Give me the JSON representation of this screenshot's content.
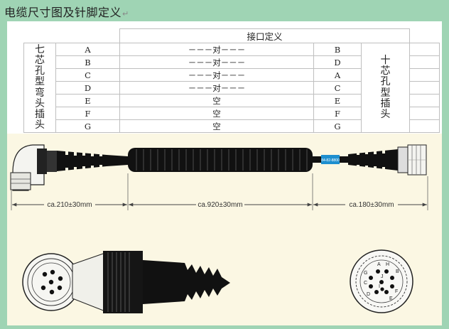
{
  "header": {
    "title": "电缆尺寸图及针脚定义",
    "return_mark": "↵"
  },
  "pin_table": {
    "header": "接口定义",
    "left_connector": [
      "七",
      "芯",
      "孔",
      "型",
      "弯",
      "头",
      "插",
      "头"
    ],
    "right_connector": [
      "十",
      "芯",
      "孔",
      "型",
      "插",
      "头"
    ],
    "rows": [
      {
        "left": "A",
        "mid": "－－－对－－－",
        "right": "B"
      },
      {
        "left": "B",
        "mid": "－－－对－－－",
        "right": "D"
      },
      {
        "left": "C",
        "mid": "－－－对－－－",
        "right": "A"
      },
      {
        "left": "D",
        "mid": "－－－对－－－",
        "right": "C"
      },
      {
        "left": "E",
        "mid": "空",
        "right": "E"
      },
      {
        "left": "F",
        "mid": "空",
        "right": "F"
      },
      {
        "left": "G",
        "mid": "空",
        "right": "G"
      }
    ]
  },
  "drawing": {
    "cable_label": "84-82-8800",
    "dims": [
      "ca.210±30mm",
      "ca.920±30mm",
      "ca.180±30mm"
    ],
    "right_pin_labels": [
      "A",
      "H",
      "B",
      "G",
      "J",
      "F",
      "C",
      "E",
      "D",
      "I"
    ]
  },
  "colors": {
    "page_bg": "#9fd4b4",
    "drawing_bg": "#fbf7e3",
    "label_tag": "#1e8fcf"
  }
}
